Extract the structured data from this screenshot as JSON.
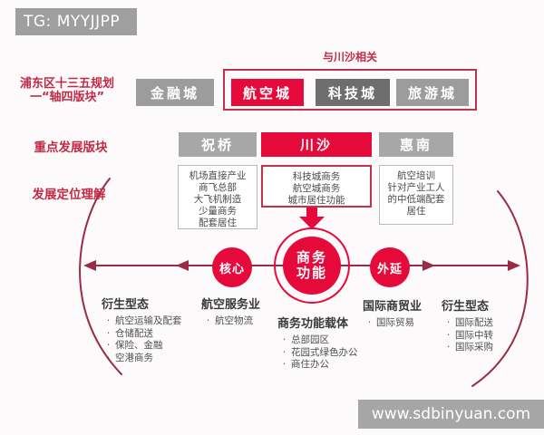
{
  "colors": {
    "accent_red": "#e60a3b",
    "line_maroon": "#9a2b44",
    "heading_red": "#c12a46",
    "gray_box": "#9c9c9c",
    "dark_gray_box": "#6e6e6e"
  },
  "badges": {
    "tg": "TG: MYYJJPP",
    "site": "www.sdbinyuan.com"
  },
  "row1": {
    "left_label_line1": "浦东区十三五规划",
    "left_label_line2": "一“轴四版块”",
    "group_caption": "与川沙相关",
    "financial_city": "金融城",
    "aviation_city": "航空城",
    "technology_city": "科技城",
    "tourism_city": "旅游城"
  },
  "row2": {
    "label": "重点发展版块",
    "zhuqiao": "祝桥",
    "chuansha": "川沙",
    "huinan": "惠南"
  },
  "row3": {
    "label": "发展定位理解",
    "zhuqiao_lines": [
      "机场直接产业",
      "商飞总部",
      "大飞机制造",
      "少量商务",
      "配套居住"
    ],
    "chuansha_lines": [
      "科技城商务",
      "航空城商务",
      "城市居住功能"
    ],
    "huinan_lines": [
      "航空培训",
      "针对产业工人",
      "的中低端配套",
      "居住"
    ]
  },
  "axis": {
    "core_circle": "核心",
    "center_circle_line1": "商务",
    "center_circle_line2": "功能",
    "extension_circle": "外延"
  },
  "bottom": {
    "derived_left": {
      "heading": "衍生型态",
      "items": [
        "航空运输及配套",
        "仓储配送",
        "保险、金融",
        "空港商务"
      ]
    },
    "aviation_services": {
      "heading": "航空服务业",
      "items": [
        "航空物流"
      ]
    },
    "business_carriers": {
      "heading": "商务功能载体",
      "items": [
        "总部园区",
        "花园式绿色办公",
        "商住办公"
      ]
    },
    "international_trade": {
      "heading": "国际商贸业",
      "items": [
        "国际贸易"
      ]
    },
    "derived_right": {
      "heading": "衍生型态",
      "items": [
        "国际配送",
        "国际中转",
        "国际采购"
      ]
    }
  }
}
